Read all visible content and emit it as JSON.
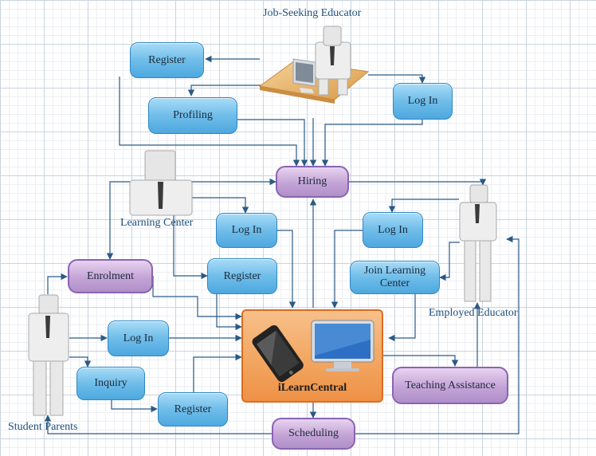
{
  "actors": {
    "job_seeking_educator": "Job-Seeking Educator",
    "learning_center": "Learning Center",
    "employed_educator": "Employed Educator",
    "student_parents": "Student Parents"
  },
  "center": {
    "label": "iLearnCentral"
  },
  "nodes": {
    "register_top": "Register",
    "profiling": "Profiling",
    "login_top": "Log In",
    "hiring": "Hiring",
    "login_lc": "Log In",
    "login_ee": "Log In",
    "enrolment": "Enrolment",
    "register_lc": "Register",
    "join_learning_center": "Join Learning Center",
    "login_sp": "Log In",
    "inquiry": "Inquiry",
    "register_sp": "Register",
    "teaching_assistance": "Teaching Assistance",
    "scheduling": "Scheduling"
  },
  "colors": {
    "process_blue": "#6fbde9",
    "process_purple": "#c4a4d7",
    "center_orange": "#f2a45e",
    "connector": "#2b5a86"
  }
}
